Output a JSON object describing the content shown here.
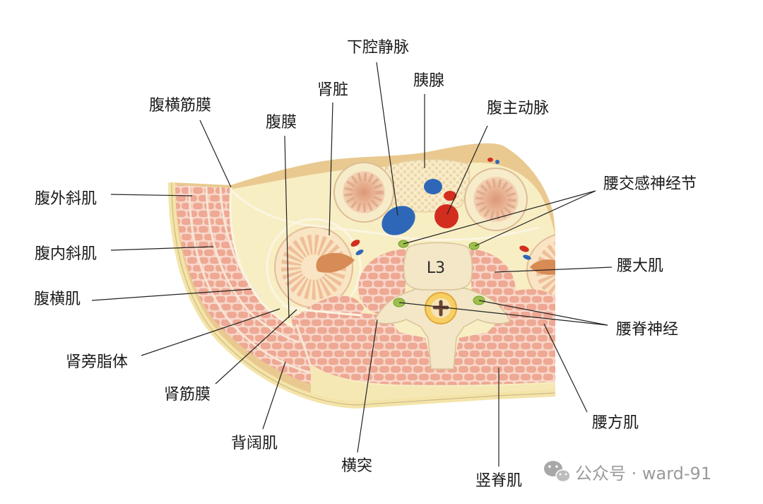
{
  "figure": {
    "vertebra_label": "L3",
    "labels": {
      "inferior_vena_cava": "下腔静脉",
      "kidney": "肾脏",
      "pancreas": "胰腺",
      "abdominal_aorta": "腹主动脉",
      "transversalis_fascia": "腹横筋膜",
      "peritoneum": "腹膜",
      "lumbar_sympathetic_ganglion": "腰交感神经节",
      "external_oblique": "腹外斜肌",
      "internal_oblique": "腹内斜肌",
      "psoas_major": "腰大肌",
      "transversus_abdominis": "腹横肌",
      "lumbar_spinal_nerve": "腰脊神经",
      "pararenal_fat_body": "肾旁脂体",
      "renal_fascia": "肾筋膜",
      "quadratus_lumborum": "腰方肌",
      "latissimus_dorsi": "背阔肌",
      "transverse_process": "横突",
      "erector_spinae": "竖脊肌"
    }
  },
  "watermark": {
    "text": "公众号 · ward-91",
    "icon": "wechat-icon"
  },
  "colors": {
    "muscle": "#eea893",
    "fat": "#f8eec4",
    "connective_tissue": "#e9c98f",
    "bone": "#f3e7c8",
    "vein": "#2f67b8",
    "artery": "#d22d1f",
    "nerve": "#9cc04b",
    "spinal_canal": "#f7cf63",
    "label_text": "#1a1a1a",
    "watermark_text": "#9a9a9a"
  }
}
